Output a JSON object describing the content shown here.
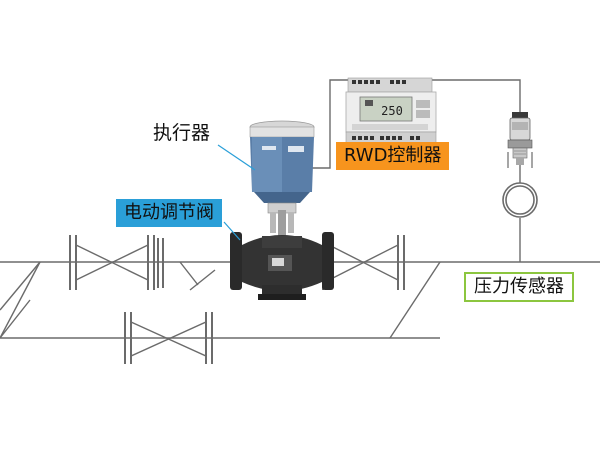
{
  "labels": {
    "actuator": "执行器",
    "electric_valve": "电动调节阀",
    "controller": "RWD控制器",
    "pressure_sensor": "压力传感器"
  },
  "colors": {
    "pipe": "#6b6b6b",
    "valve_tag": "#2a9fd8",
    "controller_tag": "#f7941d",
    "sensor_border": "#8cc63f",
    "actuator_body": "#4b6f96",
    "valve_body": "#2b2b2b"
  },
  "controller_display": {
    "value": "250"
  }
}
